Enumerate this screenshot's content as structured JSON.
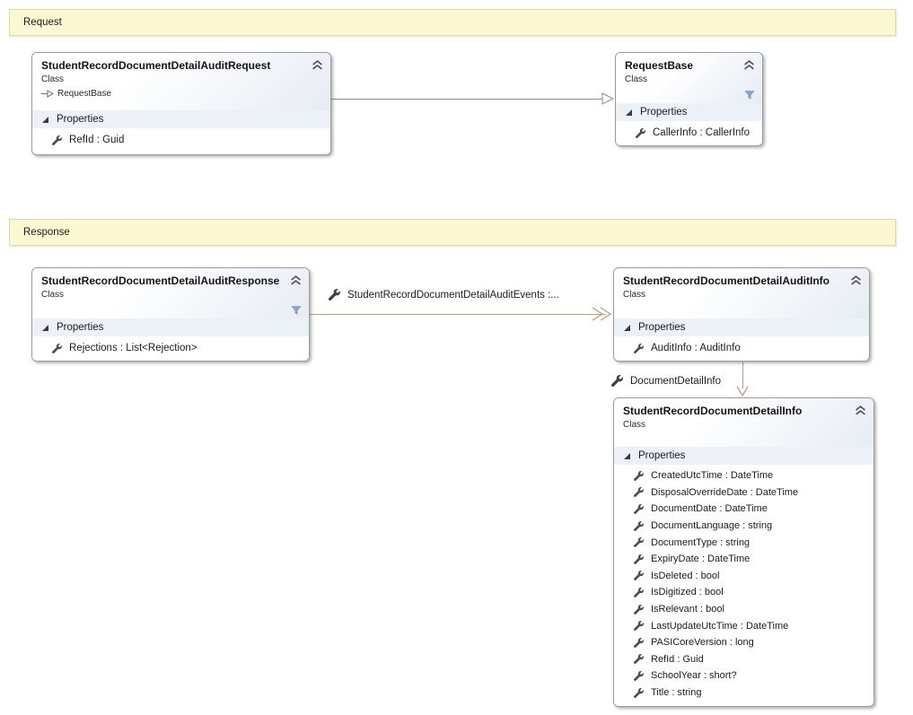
{
  "bands": {
    "request": "Request",
    "response": "Response"
  },
  "boxes": {
    "auditRequest": {
      "title": "StudentRecordDocumentDetailAuditRequest",
      "kind": "Class",
      "inherits": "RequestBase",
      "sectionLabel": "Properties",
      "members": [
        "RefId : Guid"
      ]
    },
    "requestBase": {
      "title": "RequestBase",
      "kind": "Class",
      "sectionLabel": "Properties",
      "members": [
        "CallerInfo : CallerInfo"
      ]
    },
    "auditResponse": {
      "title": "StudentRecordDocumentDetailAuditResponse",
      "kind": "Class",
      "sectionLabel": "Properties",
      "members": [
        "Rejections : List<Rejection>"
      ]
    },
    "auditInfo": {
      "title": "StudentRecordDocumentDetailAuditInfo",
      "kind": "Class",
      "sectionLabel": "Properties",
      "members": [
        "AuditInfo : AuditInfo"
      ]
    },
    "documentDetailInfo": {
      "title": "StudentRecordDocumentDetailInfo",
      "kind": "Class",
      "sectionLabel": "Properties",
      "members": [
        "CreatedUtcTime : DateTime",
        "DisposalOverrideDate : DateTime",
        "DocumentDate : DateTime",
        "DocumentLanguage : string",
        "DocumentType : string",
        "ExpiryDate : DateTime",
        "IsDeleted : bool",
        "IsDigitized : bool",
        "IsRelevant : bool",
        "LastUpdateUtcTime : DateTime",
        "PASICoreVersion : long",
        "RefId : Guid",
        "SchoolYear : short?",
        "Title : string"
      ]
    }
  },
  "connectors": {
    "auditEventsLabel": "StudentRecordDocumentDetailAuditEvents  :...",
    "documentDetailInfoLabel": "DocumentDetailInfo"
  },
  "icons": {
    "member": "wrench-icon",
    "collapse": "chevron-double-up-icon",
    "filter": "filter-icon",
    "sectionExpander": "triangle-expander-icon",
    "inheritsGlyph": "inheritance-arrow-icon"
  },
  "colors": {
    "bandFill": "#FBF8D2",
    "bandBorder": "#E0DAA2",
    "boxBorder": "#9B9B9B",
    "headerGradientEnd": "#E7ECF4",
    "sectionFill": "#ECF1F8",
    "inheritanceLine": "#8C8C8C",
    "associationLine": "#C49B77",
    "text": "#1B1B1B"
  }
}
